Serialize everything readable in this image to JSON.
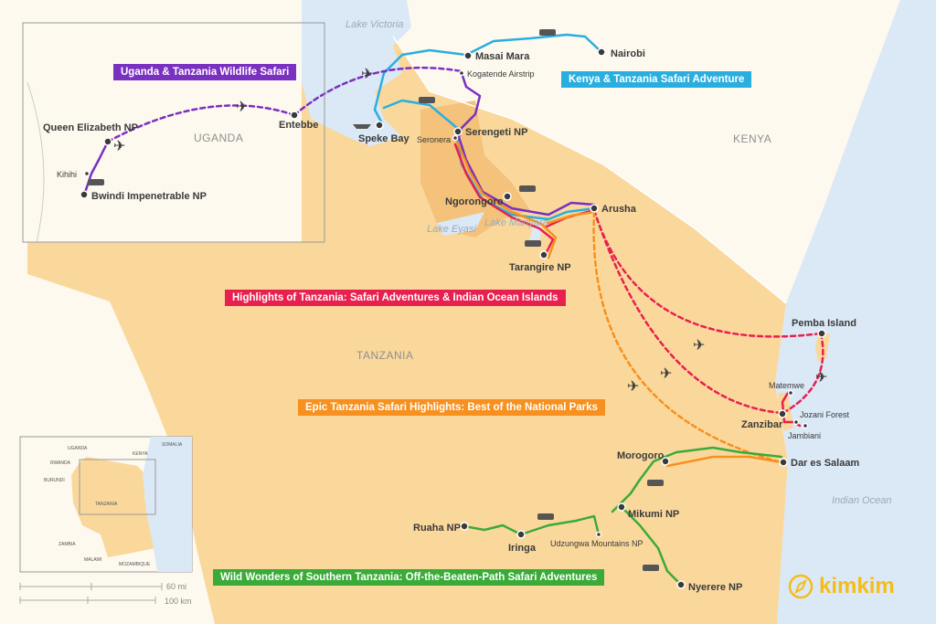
{
  "colors": {
    "land": "#fdf9ef",
    "tanzania": "#fad89c",
    "parks": "#f4c27a",
    "water": "#dbe8f6",
    "purple": "#7a30c0",
    "blue": "#29aee0",
    "red": "#e8204f",
    "orange": "#f7901e",
    "green": "#3aab38",
    "logo": "#f6bd17"
  },
  "routes": [
    {
      "name": "Uganda & Tanzania Wildlife Safari",
      "color": "#7a30c0"
    },
    {
      "name": "Kenya & Tanzania Safari Adventure",
      "color": "#29aee0"
    },
    {
      "name": "Highlights of Tanzania: Safari Adventures & Indian Ocean Islands",
      "color": "#e8204f"
    },
    {
      "name": "Epic Tanzania Safari Highlights: Best of the National Parks",
      "color": "#f7901e"
    },
    {
      "name": "Wild Wonders of Southern Tanzania: Off-the-Beaten-Path Safari Adventures",
      "color": "#3aab38"
    }
  ],
  "places": {
    "nairobi": "Nairobi",
    "masai_mara": "Masai Mara",
    "kogatende": "Kogatende Airstrip",
    "speke_bay": "Speke Bay",
    "serengeti": "Serengeti NP",
    "seronera": "Seronera",
    "ngorongoro": "Ngorongoro",
    "arusha": "Arusha",
    "tarangire": "Tarangire NP",
    "entebbe": "Entebbe",
    "queen_elizabeth": "Queen Elizabeth NP",
    "kihihi": "Kihihi",
    "bwindi": "Bwindi Impenetrable NP",
    "pemba": "Pemba Island",
    "matemwe": "Matemwe",
    "zanzibar": "Zanzibar",
    "jozani": "Jozani Forest",
    "jambiani": "Jambiani",
    "dar": "Dar es Salaam",
    "morogoro": "Morogoro",
    "mikumi": "Mikumi NP",
    "udzungwa": "Udzungwa Mountains NP",
    "ruaha": "Ruaha NP",
    "iringa": "Iringa",
    "nyerere": "Nyerere NP"
  },
  "countries": {
    "uganda": "UGANDA",
    "kenya": "KENYA",
    "tanzania": "TANZANIA"
  },
  "waters": {
    "victoria": "Lake Victoria",
    "eyasi": "Lake Eyasi",
    "manyara": "Lake Manyara",
    "ocean": "Indian Ocean"
  },
  "inset": {
    "uganda": "UGANDA",
    "kenya": "KENYA",
    "somalia": "SOMALIA",
    "rwanda": "RWANDA",
    "burundi": "BURUNDI",
    "tanzania": "TANZANIA",
    "zambia": "ZAMBIA",
    "malawi": "MALAWI",
    "mozambique": "MOZAMBIQUE"
  },
  "scale": {
    "miles": "60 mi",
    "km": "100 km"
  },
  "logo": {
    "text": "kimkim"
  }
}
